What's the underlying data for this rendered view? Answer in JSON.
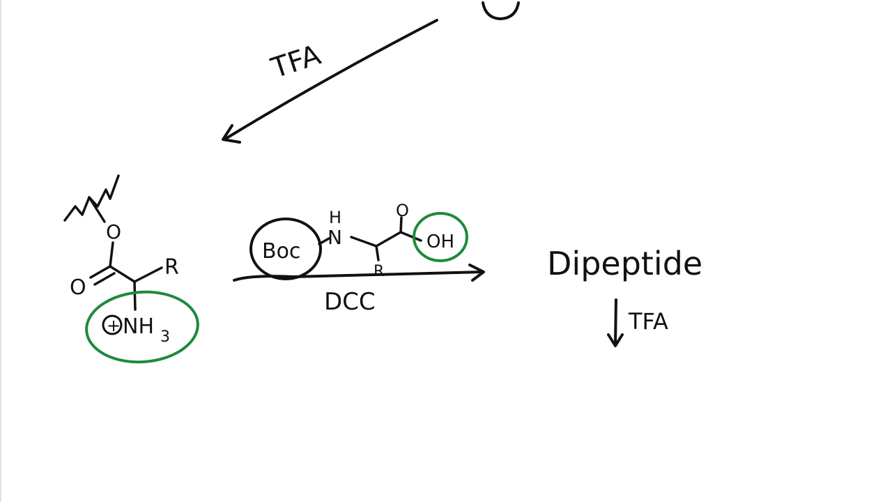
{
  "colors": {
    "ink": "#111111",
    "highlight": "#1e8a3c"
  },
  "top_arrow": {
    "reagent": "TFA"
  },
  "amine": {
    "oxygen_ester": "O",
    "oxygen_carbonyl": "O",
    "substituent": "R",
    "ammonium_charge": "+",
    "ammonium_group": "NH",
    "ammonium_subscript": "3"
  },
  "coupling_reagent": {
    "protecting_group": "Boc",
    "nh_hydrogen": "H",
    "nh_nitrogen": "N",
    "carbonyl_oxygen": "O",
    "substituent": "R",
    "acid_group": "OH",
    "activator": "DCC"
  },
  "product": {
    "name": "Dipeptide",
    "deprotection_reagent": "TFA"
  }
}
